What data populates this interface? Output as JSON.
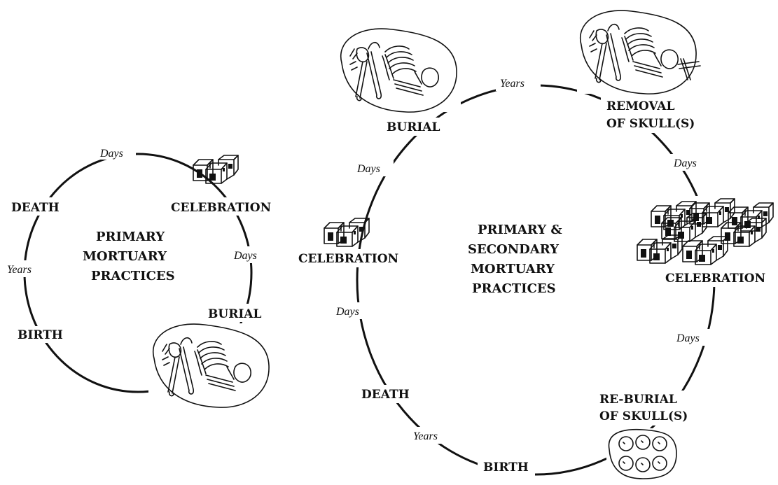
{
  "primary": {
    "title": [
      "PRIMARY",
      "MORTUARY",
      "PRACTICES"
    ],
    "labels": {
      "death": "DEATH",
      "celebration": "CELEBRATION",
      "burial": "BURIAL",
      "birth": "BIRTH"
    },
    "intervals": {
      "top": "Days",
      "right": "Days",
      "left": "Years"
    }
  },
  "secondary": {
    "title": [
      "PRIMARY &",
      "SECONDARY",
      "MORTUARY",
      "PRACTICES"
    ],
    "labels": {
      "burial": "BURIAL",
      "removal": [
        "REMOVAL",
        "OF SKULL(S)"
      ],
      "celebration_left": "CELEBRATION",
      "celebration_right": "CELEBRATION",
      "reburial": [
        "RE-BURIAL",
        "OF SKULL(S)"
      ],
      "death": "DEATH",
      "birth": "BIRTH"
    },
    "intervals": {
      "top": "Years",
      "upper_left": "Days",
      "upper_right": "Days",
      "lower_left": "Days",
      "lower_right": "Days",
      "bottom": "Years"
    }
  }
}
